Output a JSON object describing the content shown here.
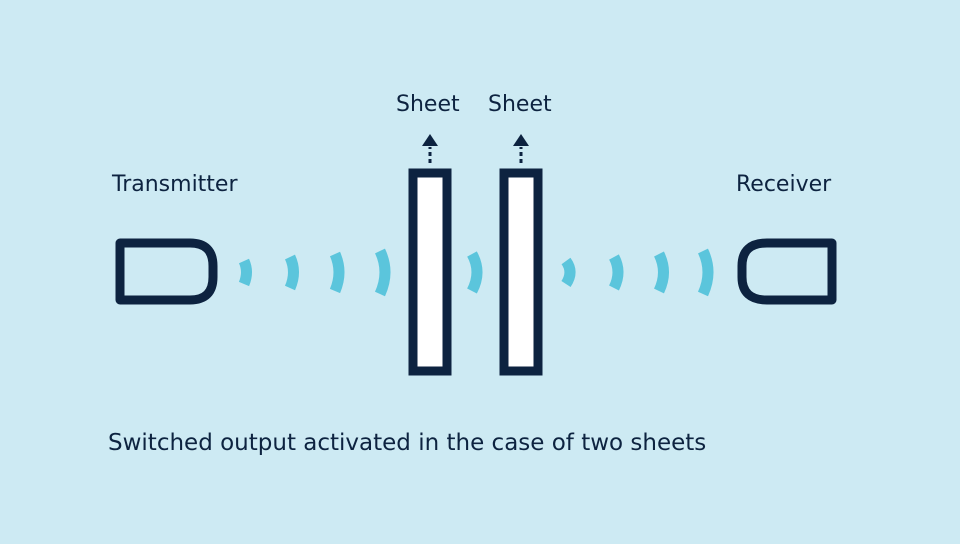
{
  "labels": {
    "transmitter": "Transmitter",
    "receiver": "Receiver",
    "sheet_1": "Sheet",
    "sheet_2": "Sheet"
  },
  "caption": "Switched output activated in the case of two sheets",
  "colors": {
    "background": "#cdeaf3",
    "outline": "#0d2340",
    "wave": "#5bc5dc",
    "sheet_fill": "#ffffff"
  },
  "icons": [
    "transmitter-icon",
    "receiver-icon",
    "sheet-icon",
    "arrow-up-icon",
    "signal-wave-icon"
  ]
}
